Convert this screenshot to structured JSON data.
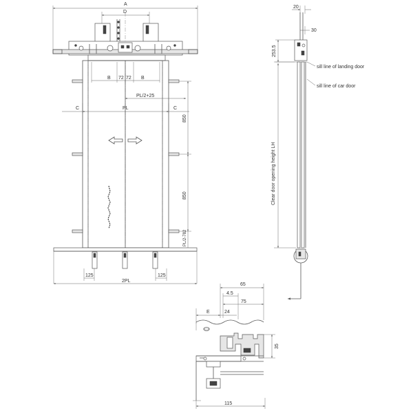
{
  "front_view": {
    "dim_A": "A",
    "dim_D": "D",
    "dim_B_left": "B",
    "dim_72_left": "72",
    "dim_72_right": "72",
    "dim_B_right": "B",
    "dim_PL_half": "PL/2+25",
    "dim_C_left": "C",
    "dim_PL": "PL",
    "dim_C_right": "C",
    "dim_850_top": "850",
    "dim_850_bottom": "850",
    "dim_PL_side": "PL/2-782",
    "dim_125_left": "125",
    "dim_2PL": "2PL",
    "dim_125_right": "125"
  },
  "side_view": {
    "dim_20": "20",
    "dim_30": "30",
    "dim_253": "253.5",
    "sill_landing": "sill line of landing door",
    "sill_car": "sill line of car door",
    "opening_height": "Clear door opening height LH"
  },
  "sill_detail": {
    "dim_65": "65",
    "dim_4_5": "4.5",
    "dim_75": "75",
    "dim_E": "E",
    "dim_24": "24",
    "dim_35": "35",
    "dim_115": "115"
  }
}
